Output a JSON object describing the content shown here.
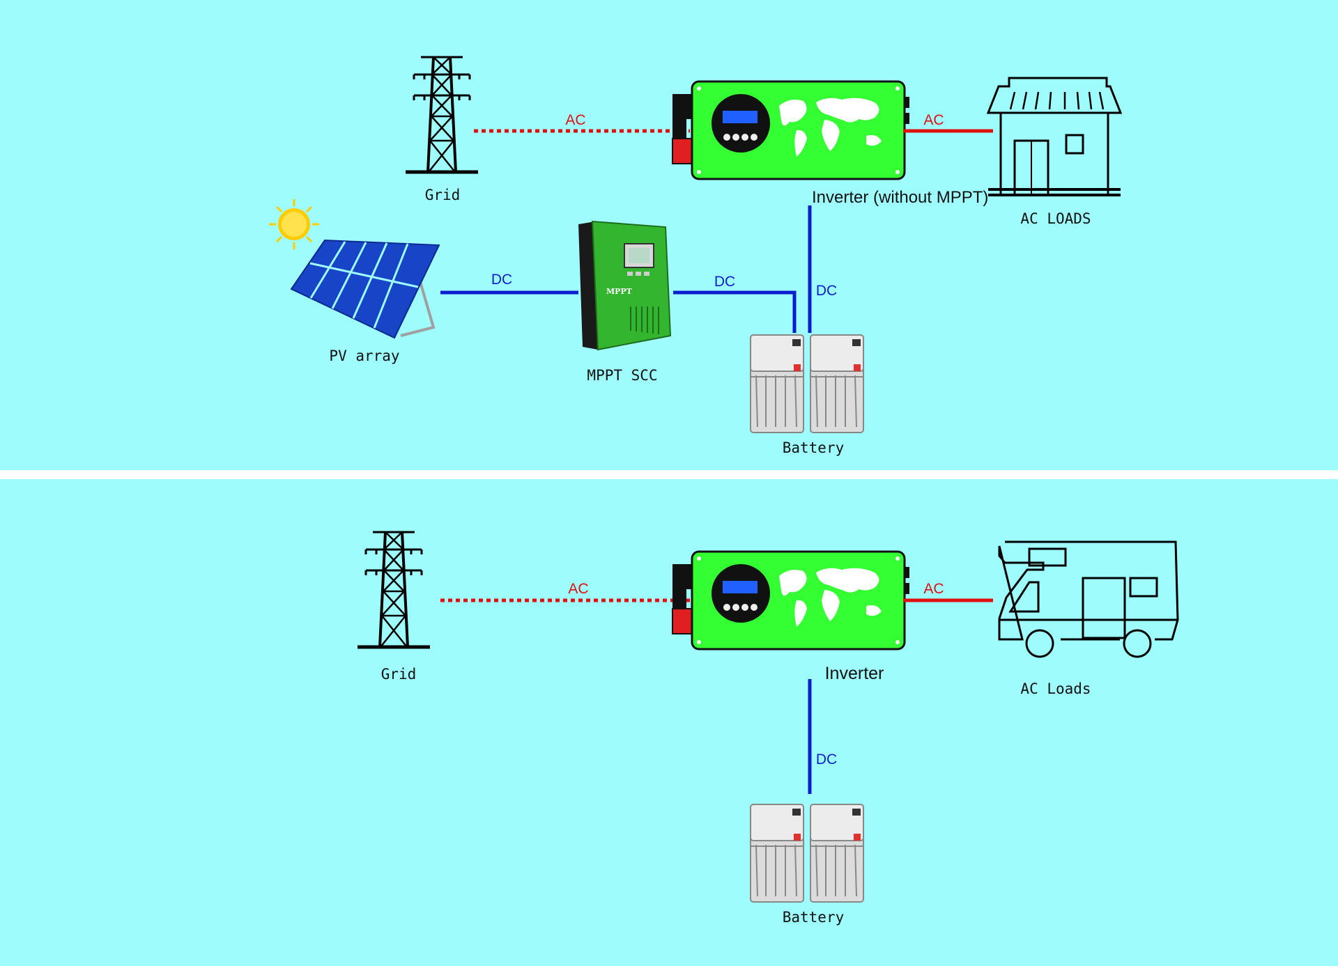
{
  "colors": {
    "background": "#9ffcfc",
    "ac_line": "#e01010",
    "dc_line": "#0a1ed0",
    "inverter_body": "#33ff33",
    "label": "#111111"
  },
  "top_panel": {
    "grid_label": "Grid",
    "ac_grid_label": "AC",
    "ac_load_label": "AC",
    "inverter_label": "Inverter (without MPPT)",
    "ac_loads_label": "AC LOADS",
    "pv_label": "PV array",
    "dc_pv_label": "DC",
    "mppt_label": "MPPT SCC",
    "mppt_brand": "MPPT",
    "dc_mppt_label": "DC",
    "dc_inverter_label": "DC",
    "battery_label": "Battery"
  },
  "bottom_panel": {
    "grid_label": "Grid",
    "ac_grid_label": "AC",
    "ac_load_label": "AC",
    "inverter_label": "Inverter",
    "ac_loads_label": "AC Loads",
    "dc_label": "DC",
    "battery_label": "Battery"
  },
  "icons": [
    "transmission-tower-icon",
    "inverter-device-icon",
    "house-icon",
    "sun-icon",
    "solar-panel-icon",
    "charge-controller-icon",
    "battery-icon",
    "camper-van-icon"
  ]
}
